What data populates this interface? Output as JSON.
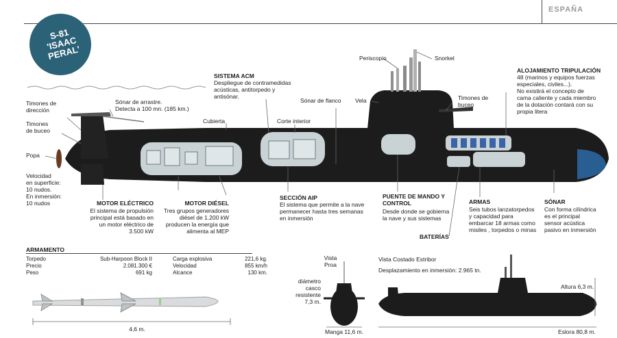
{
  "header": {
    "corner_text": "ESPAÑA"
  },
  "badge": {
    "line1": "S-81",
    "line2": "'ISAAC",
    "line3": "PERAL'"
  },
  "labels": {
    "timones_direccion": "Timones de\ndirección",
    "sonar_arrastre": "Sónar de arrastre.\nDetecta a 100 mn. (185 km.)",
    "timones_buceo_l": "Timones\nde buceo",
    "popa": "Popa",
    "velocidad": "Velocidad\nen superficie:\n10 nudos.\nEn inmersión:\n10 nudos",
    "sistema_acm_title": "SISTEMA ACM",
    "sistema_acm_text": "Despliegue de contramedidas\nacústicas, antitorpedo y\nantisónar.",
    "cubierta": "Cubierta",
    "corte_interior": "Corte interior",
    "sonar_flanco": "Sónar de flanco",
    "vela": "Vela",
    "periscopio": "Periscopio",
    "snorkel": "Snorkel",
    "timones_buceo_r": "Timones de\nbuceo",
    "alojamiento_title": "ALOJAMIENTO TRIPULACIÓN",
    "alojamiento_text": "48 (marinos y equipos fuerzas\nespeciales, civiles...).\nNo existirá el concepto de\ncama caliente y cada miembro\nde la dotación contará con su\npropia litera",
    "motor_electrico_title": "MOTOR ELÉCTRICO",
    "motor_electrico_text": "El sistema de propulsión\nprincipal está basado en\nun motor eléctrico de\n3.500 kW",
    "motor_diesel_title": "MOTOR DIÉSEL",
    "motor_diesel_text": "Tres grupos generadores\ndiésel de 1.200 kW\nproducen la energía que\nalimenta al MEP",
    "seccion_aip_title": "SECCIÓN AIP",
    "seccion_aip_text": "El sistema que permite a la nave\npermanecer hasta tres semanas\nen inmersión",
    "puente_title": "PUENTE DE MANDO Y\nCONTROL",
    "puente_text": "Desde donde se gobierna\nla nave y sus sistemas",
    "armas_title": "ARMAS",
    "armas_text": "Seis tubos lanzatorpedos\ny capacidad para\nembarcar 18 armas como\nmisiles , torpedos o minas",
    "sonar_title": "SÓNAR",
    "sonar_text": "Con forma cilíndrica\nes el principal\nsensor acústica\npasivo en inmersión",
    "baterias": "BATERÍAS"
  },
  "armamento": {
    "title": "ARMAMENTO",
    "rows": [
      {
        "k1": "Torpedo",
        "v1": "Sub-Harpoon Block II",
        "k2": "Carga explosiva",
        "v2": "221,6 kg."
      },
      {
        "k1": "Precio",
        "v1": "2.081.300 €",
        "k2": "Velocidad",
        "v2": "855 km/h"
      },
      {
        "k1": "Peso",
        "v1": "691 kg",
        "k2": "Alcance",
        "v2": "130 km."
      }
    ],
    "length": "4,6 m."
  },
  "views": {
    "proa_title": "Vista\nProa",
    "diametro": "diámetro\ncasco\nresistente\n7,3 m.",
    "manga": "Manga 11,6 m.",
    "costado_title": "Vista Costado Estribor",
    "desplazamiento": "Desplazamiento en inmersión: 2.965 tn.",
    "altura": "Altura 6,3 m.",
    "eslora": "Eslora 80,8 m."
  },
  "colors": {
    "badge": "#2c6277",
    "hull": "#1c1c1c",
    "section": "#c9d3d6",
    "bunk": "#3b63a8"
  }
}
